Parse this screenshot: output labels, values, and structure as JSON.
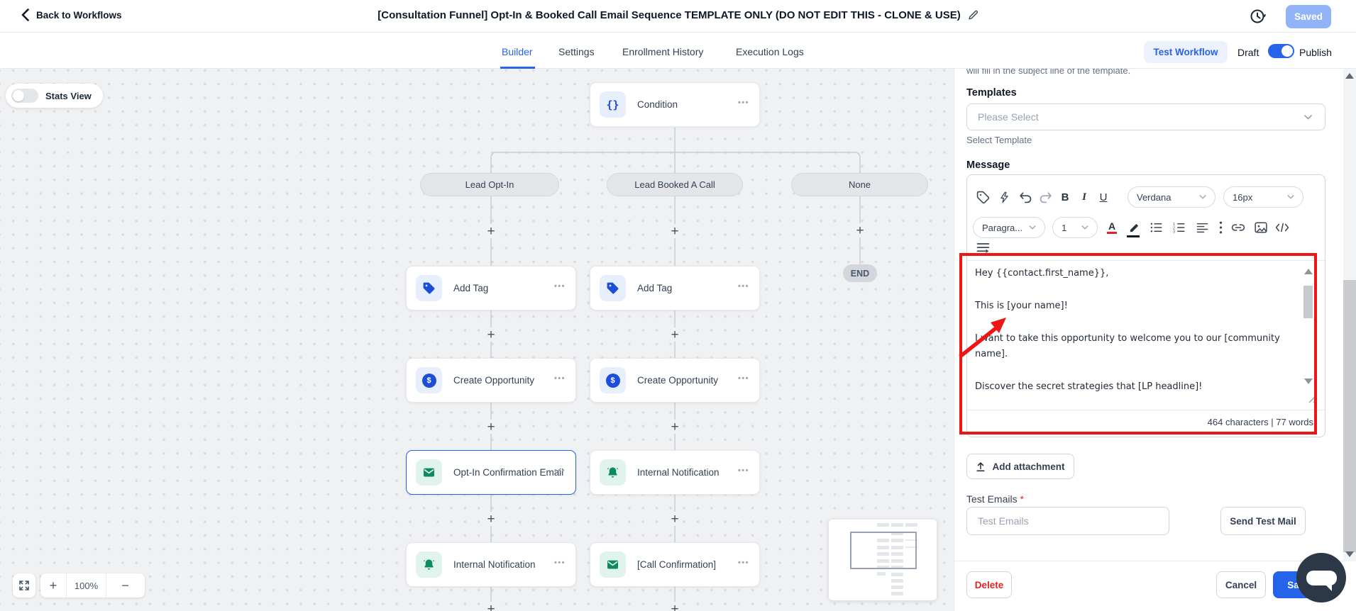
{
  "header": {
    "back": "Back to Workflows",
    "title": "[Consultation Funnel] Opt-In & Booked Call Email Sequence TEMPLATE ONLY (DO NOT EDIT THIS - CLONE & USE)",
    "saved": "Saved"
  },
  "tabs": {
    "items": [
      "Builder",
      "Settings",
      "Enrollment History",
      "Execution Logs"
    ],
    "active": "Builder",
    "test_workflow": "Test Workflow",
    "draft": "Draft",
    "publish": "Publish"
  },
  "canvas": {
    "stats_view": "Stats View",
    "zoom_level": "100%",
    "end": "END",
    "branches": [
      "Lead Opt-In",
      "Lead Booked A Call",
      "None"
    ],
    "nodes": [
      {
        "label": "Condition",
        "icon": "braces"
      },
      {
        "label": "Add Tag",
        "icon": "tag"
      },
      {
        "label": "Add Tag",
        "icon": "tag"
      },
      {
        "label": "Create Opportunity",
        "icon": "dollar"
      },
      {
        "label": "Create Opportunity",
        "icon": "dollar"
      },
      {
        "label": "Opt-In Confirmation Email",
        "icon": "envelope"
      },
      {
        "label": "Internal Notification",
        "icon": "bell"
      },
      {
        "label": "Internal Notification",
        "icon": "bell"
      },
      {
        "label": "[Call Confirmation]",
        "icon": "envelope"
      }
    ]
  },
  "panel": {
    "subject_hint": "will fill in the subject line of the template.",
    "templates_label": "Templates",
    "template_placeholder": "Please Select",
    "select_template": "Select Template",
    "message_label": "Message",
    "toolbar": {
      "font": "Verdana",
      "size": "16px",
      "paragraph": "Paragra...",
      "level": "1"
    },
    "message_lines": [
      "Hey {{contact.first_name}},",
      "This is [your name]!",
      "I want to take this opportunity to welcome you to our [community name].",
      "Discover the secret strategies that [LP headline]!"
    ],
    "stats": "464 characters | 77 words",
    "add_attachment": "Add attachment",
    "test_emails_label": "Test Emails",
    "required_mark": "*",
    "test_emails_placeholder": "Test Emails",
    "send_test_mail": "Send Test Mail",
    "delete": "Delete",
    "cancel": "Cancel",
    "save": "Save"
  }
}
